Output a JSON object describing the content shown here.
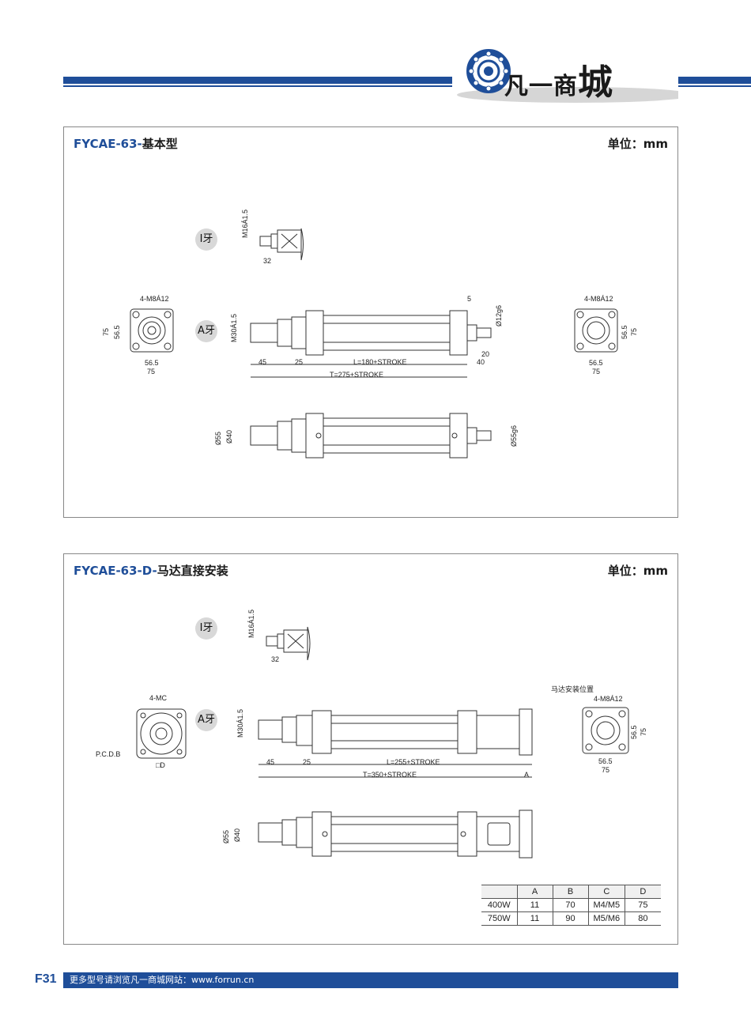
{
  "brand": {
    "name_prefix": "凡一商",
    "name_big": "城",
    "color": "#1f4e99"
  },
  "panel1": {
    "title_code": "FYCAE-63-",
    "title_cn": "基本型",
    "unit": "单位：mm",
    "badge_i": "I牙",
    "badge_a": "A牙",
    "dims": {
      "i_thread": "M16Á1.5",
      "i_len": "32",
      "front_holes": "4-M8Á12",
      "front_h1": "75",
      "front_h2": "56.5",
      "front_w1": "56.5",
      "front_w2": "75",
      "a_thread": "M30Á1.5",
      "d45": "45",
      "d25": "25",
      "stroke_l": "L=180+STROKE",
      "d40": "40",
      "stroke_t": "T=275+STROKE",
      "d5": "5",
      "rod": "Ø12g6",
      "d20": "20",
      "rear_holes": "4-M8Á12",
      "rear_h1": "56.5",
      "rear_h2": "75",
      "rear_w1": "56.5",
      "rear_w2": "75",
      "o55": "Ø55",
      "o40": "Ø40",
      "o55g6": "Ø55g6"
    }
  },
  "panel2": {
    "title_code": "FYCAE-63-D-",
    "title_cn": "马达直接安装",
    "unit": "单位：mm",
    "badge_i": "I牙",
    "badge_a": "A牙",
    "dims": {
      "i_thread": "M16Á1.5",
      "i_len": "32",
      "mc": "4-MC",
      "pcdb": "P.C.D.B",
      "sq_d": "□D",
      "a_thread": "M30Á1.5",
      "d45": "45",
      "d25": "25",
      "stroke_l": "L=255+STROKE",
      "stroke_t": "T=350+STROKE",
      "da": "A",
      "motor_pos": "马达安装位置",
      "rear_holes": "4-M8Á12",
      "rear_h1": "56.5",
      "rear_h2": "75",
      "rear_w1": "56.5",
      "rear_w2": "75",
      "o55": "Ø55",
      "o40": "Ø40"
    },
    "table": {
      "headers": [
        "",
        "A",
        "B",
        "C",
        "D"
      ],
      "rows": [
        [
          "400W",
          "11",
          "70",
          "M4/M5",
          "75"
        ],
        [
          "750W",
          "11",
          "90",
          "M5/M6",
          "80"
        ]
      ]
    }
  },
  "footer": {
    "page": "F31",
    "text": "更多型号请浏览凡一商城网站：www.forrun.cn"
  }
}
